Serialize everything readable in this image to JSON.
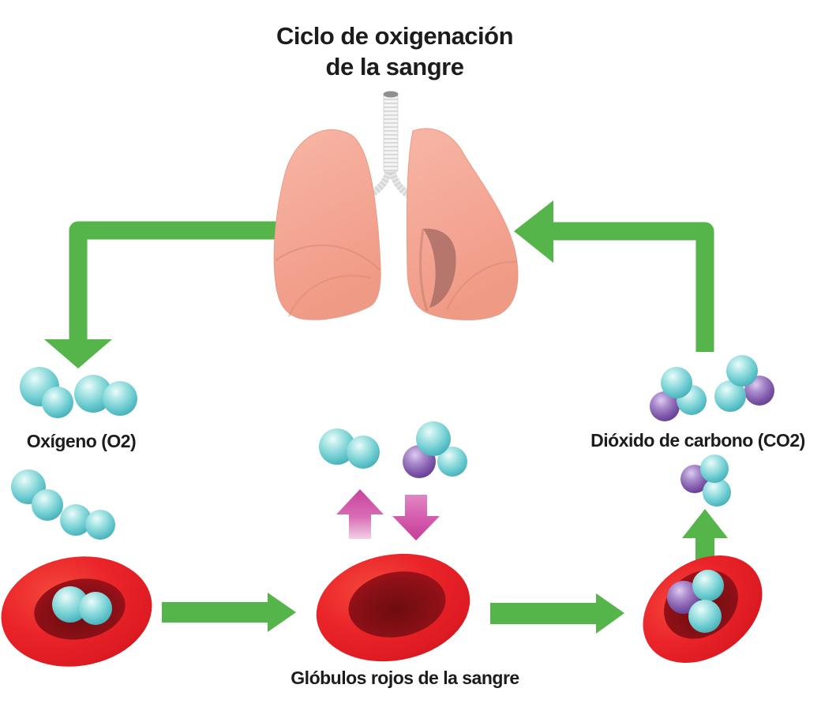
{
  "title": {
    "line1": "Ciclo de oxigenación",
    "line2": "de la sangre"
  },
  "labels": {
    "oxygen": "Oxígeno (O2)",
    "carbon_dioxide": "Dióxido de carbono (CO2)",
    "red_blood_cells": "Glóbulos rojos de la sangre"
  },
  "icons": {
    "lungs-icon": "pink lungs with ribbed trachea",
    "oxygen-molecule-icon": "two joined cyan spheres (O2)",
    "co2-molecule-icon": "one purple sphere joined with two cyan spheres (CO2)",
    "red-blood-cell-icon": "red biconcave blood cell"
  },
  "colors": {
    "background": "#ffffff",
    "text": "#1c1c1c",
    "arrow_green": "#55b54a",
    "arrow_pink": "#c8439c",
    "molecule_cyan": "#6ecdd1",
    "molecule_purple": "#7e57a8",
    "red_blood_cell": "#e32128",
    "red_blood_cell_center": "#7a0e13",
    "lungs": "#f5a996"
  },
  "flow": {
    "arrows": [
      {
        "name": "lungs-to-oxygen",
        "color": "green",
        "direction": "left-then-down"
      },
      {
        "name": "oxygen-into-cell",
        "color": "green",
        "direction": "right"
      },
      {
        "name": "cell-to-cell",
        "color": "green",
        "direction": "right"
      },
      {
        "name": "cell-releases-co2",
        "color": "green",
        "direction": "up"
      },
      {
        "name": "co2-to-lungs",
        "color": "green",
        "direction": "up-then-left"
      },
      {
        "name": "o2-released",
        "color": "pink",
        "direction": "up"
      },
      {
        "name": "co2-absorbed",
        "color": "pink",
        "direction": "down"
      }
    ]
  }
}
